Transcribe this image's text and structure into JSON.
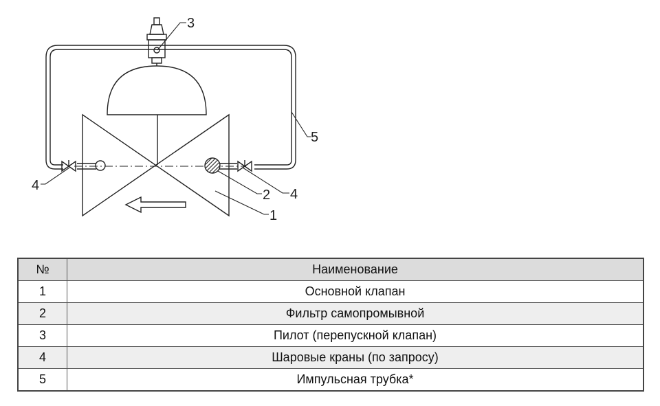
{
  "diagram": {
    "callouts": [
      "1",
      "2",
      "3",
      "4",
      "4",
      "5"
    ]
  },
  "table": {
    "headers": [
      "№",
      "Наименование"
    ],
    "rows": [
      {
        "no": "1",
        "name": "Основной клапан"
      },
      {
        "no": "2",
        "name": "Фильтр самопромывной"
      },
      {
        "no": "3",
        "name": "Пилот (перепускной клапан)"
      },
      {
        "no": "4",
        "name": "Шаровые краны (по запросу)"
      },
      {
        "no": "5",
        "name": "Импульсная трубка*"
      }
    ]
  }
}
